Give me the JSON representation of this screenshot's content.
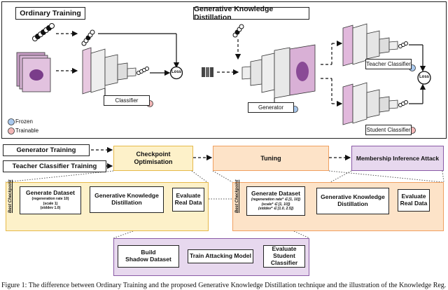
{
  "top": {
    "ordinary_training_title": "Ordinary Training",
    "gkd_title": "Generative Knowledge Distillation",
    "classifier_label": "Classifier",
    "loss_label": "Loss",
    "generator_label": "Generator",
    "teacher_label": "Teacher Classifier",
    "student_label": "Student Classifier",
    "legend_frozen": "Frozen",
    "legend_trainable": "Trainable"
  },
  "flow": {
    "generator_training": "Generator Training",
    "teacher_training": "Teacher Classifier Training",
    "checkpoint_line1": "Checkpoint",
    "checkpoint_line2": "Optimisation",
    "tuning": "Tuning",
    "mia": "Membership Inference Attack"
  },
  "left_panel": {
    "side_label": "Best Checkpoint",
    "generate_title": "Generate Dataset",
    "param1": "(regeneration rate 10)",
    "param2": "(scale 1)",
    "param3": "(stddev 1.0)",
    "gkd_line1": "Generative Knowledge",
    "gkd_line2": "Distillation",
    "eval_line1": "Evaluate",
    "eval_line2": "Real Data"
  },
  "right_panel": {
    "side_label": "Best Checkpoint",
    "generate_title": "Generate Dataset",
    "param1": "(regeneration rate* ∈ [1, 10])",
    "param2": "(scale* ∈ [1, 10])",
    "param3": "(stddev* ∈ [1.0, 2.5])",
    "gkd_line1": "Generative Knowledge",
    "gkd_line2": "Distillation",
    "eval_line1": "Evaluate",
    "eval_line2": "Real Data"
  },
  "bottom_panel": {
    "shadow_line1": "Build",
    "shadow_line2": "Shadow Dataset",
    "train_attack": "Train Attacking Model",
    "eval_line1": "Evaluate",
    "eval_line2": "Student Classifier"
  },
  "caption": "Figure 1: The difference between Ordinary Training and the proposed Generative Knowledge Distillation technique and the illustration of the Knowledge Reg...",
  "colors": {
    "yellow_fill": "#fdf1c9",
    "yellow_border": "#e6b94a",
    "orange_fill": "#fde3c8",
    "orange_border": "#f0a060",
    "purple_fill": "#e7d8ee",
    "purple_border": "#8a5aa6",
    "frozen": "#a9c9ee",
    "trainable": "#f3b7b7"
  }
}
